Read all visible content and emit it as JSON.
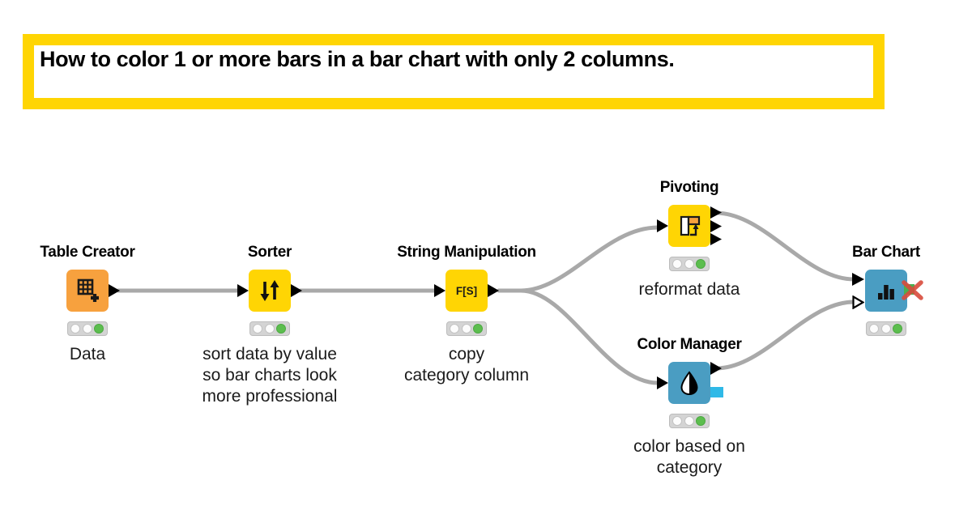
{
  "banner": {
    "text": "How to color 1 or more bars in a bar chart with only 2 columns.",
    "border_color": "#FFD503",
    "background": "#FFFFFF"
  },
  "palette": {
    "node_yellow": "#FFD504",
    "node_orange": "#F7A13E",
    "node_blue": "#4A9DC2",
    "wire_gray": "#A9A9A9",
    "status_green": "#5CBE4E",
    "status_off": "#FCFCFC",
    "traffic_bg": "#D4D4D4",
    "port_black": "#000000",
    "color_port_cyan": "#2FB9E7",
    "inactive_x_red": "#D84B3C",
    "image_port_green": "#4CAF50",
    "icon_black": "#1A1A1A"
  },
  "nodes": [
    {
      "name": "Table Creator",
      "icon": "table-plus-icon",
      "color": "#F7A13E",
      "status": "executed",
      "label_lines": [
        "Data"
      ]
    },
    {
      "name": "Sorter",
      "icon": "sort-arrows-icon",
      "color": "#FFD504",
      "status": "executed",
      "label_lines": [
        "sort data by value",
        "so bar charts look",
        "more professional"
      ]
    },
    {
      "name": "String Manipulation",
      "icon": "string-function-icon",
      "icon_text": "F[S]",
      "color": "#FFD504",
      "status": "executed",
      "label_lines": [
        "copy",
        "category column"
      ]
    },
    {
      "name": "Pivoting",
      "icon": "pivot-icon",
      "color": "#FFD504",
      "status": "executed",
      "label_lines": [
        "reformat data"
      ]
    },
    {
      "name": "Color Manager",
      "icon": "color-drop-icon",
      "color": "#4A9DC2",
      "status": "executed",
      "label_lines": [
        "color based on",
        "category"
      ]
    },
    {
      "name": "Bar Chart",
      "icon": "bar-chart-icon",
      "color": "#4A9DC2",
      "status": "executed",
      "label_lines": []
    }
  ],
  "connections": [
    {
      "from": "Table Creator",
      "to": "Sorter"
    },
    {
      "from": "Sorter",
      "to": "String Manipulation"
    },
    {
      "from": "String Manipulation",
      "to": "Pivoting"
    },
    {
      "from": "String Manipulation",
      "to": "Color Manager"
    },
    {
      "from": "Pivoting",
      "to": "Bar Chart"
    },
    {
      "from": "Color Manager",
      "to": "Bar Chart"
    }
  ]
}
